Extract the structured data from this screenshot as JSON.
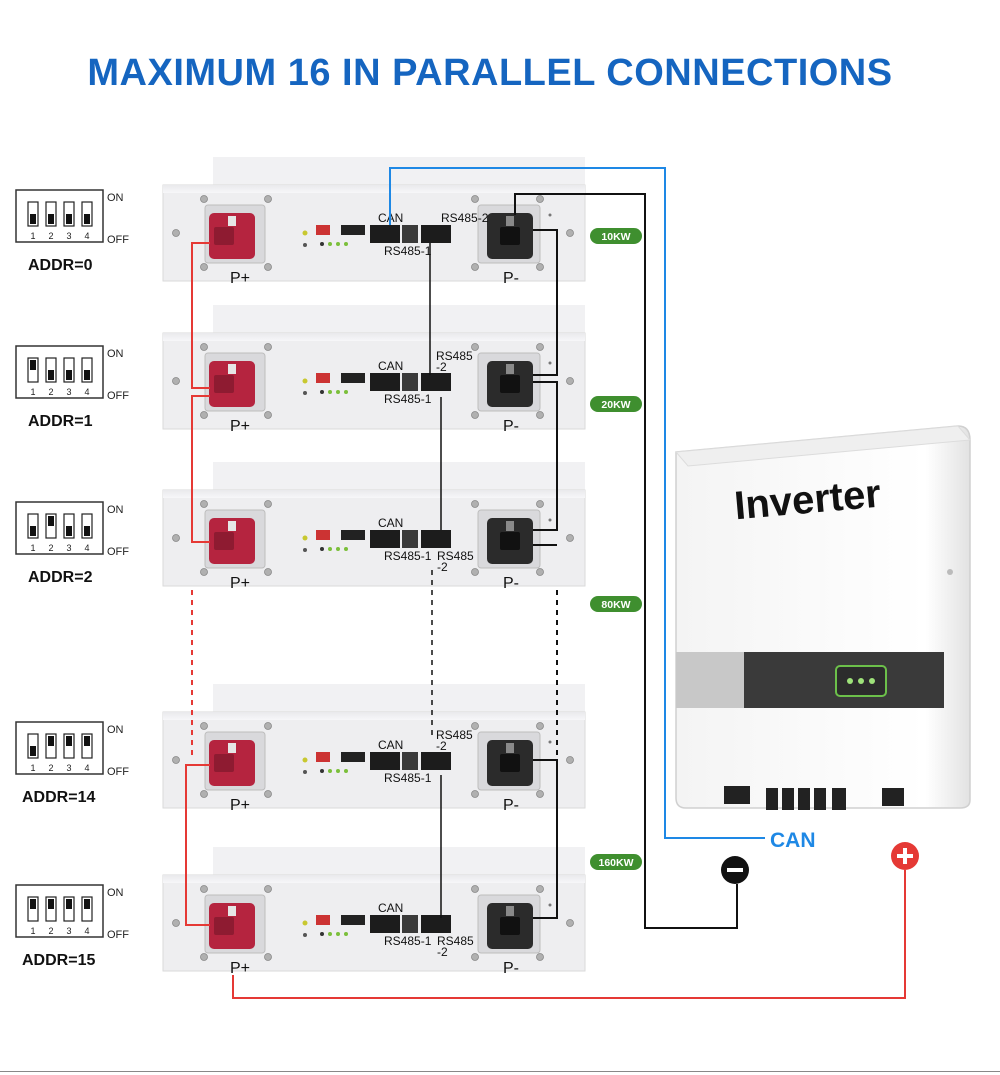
{
  "title": "MAXIMUM 16 IN PARALLEL CONNECTIONS",
  "colors": {
    "title": "#1565c0",
    "positive_wire": "#e53935",
    "negative_wire": "#111111",
    "can_wire": "#1e88e5",
    "power_badge": "#3f8f2f",
    "positive_terminal": "#b5243f",
    "negative_terminal": "#2b2b2b"
  },
  "dip_switch": {
    "on_label": "ON",
    "off_label": "OFF",
    "numbers": [
      "1",
      "2",
      "3",
      "4"
    ]
  },
  "terminal_labels": {
    "positive": "P+",
    "negative": "P-"
  },
  "port_labels": {
    "can": "CAN",
    "rs485_1": "RS485-1",
    "rs485_2": "RS485-2",
    "rs485_2_split_top": "RS485",
    "rs485_2_split_bottom": "-2"
  },
  "batteries": [
    {
      "address": "ADDR=0",
      "switches_on": [
        false,
        false,
        false,
        false
      ]
    },
    {
      "address": "ADDR=1",
      "switches_on": [
        true,
        false,
        false,
        false
      ]
    },
    {
      "address": "ADDR=2",
      "switches_on": [
        false,
        true,
        false,
        false
      ]
    },
    {
      "address": "ADDR=14",
      "switches_on": [
        false,
        true,
        true,
        true
      ]
    },
    {
      "address": "ADDR=15",
      "switches_on": [
        true,
        true,
        true,
        true
      ]
    }
  ],
  "power_levels": [
    "10KW",
    "20KW",
    "80KW",
    "160KW"
  ],
  "inverter": {
    "label": "Inverter",
    "can_label": "CAN",
    "negative_symbol": "−",
    "positive_symbol": "+"
  }
}
